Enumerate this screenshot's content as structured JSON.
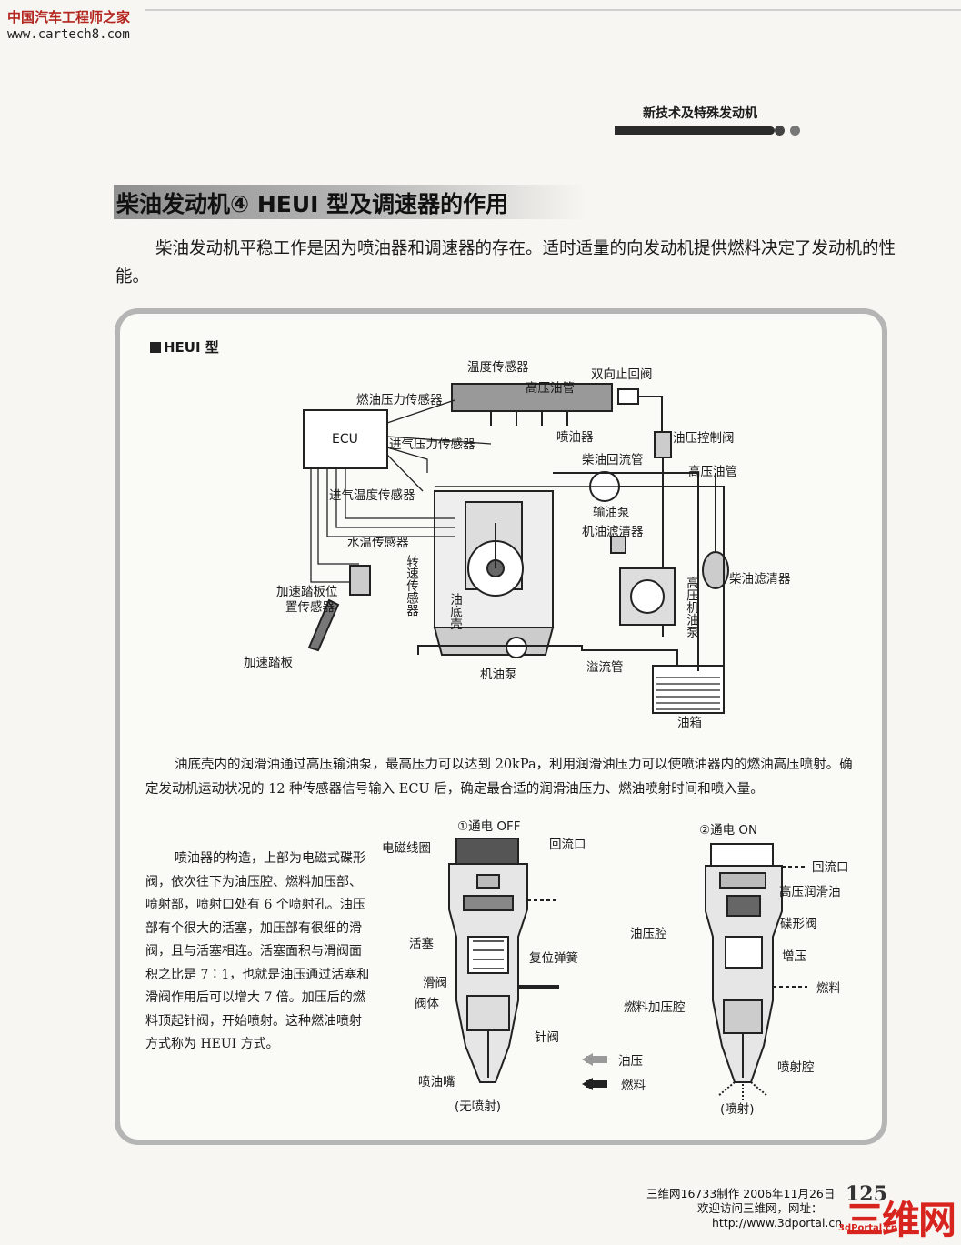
{
  "watermark": {
    "name": "中国汽车工程师之家",
    "url": "www.cartech8.com"
  },
  "header": {
    "section": "新技术及特殊发动机"
  },
  "title": "柴油发动机④ HEUI 型及调速器的作用",
  "intro": "柴油发动机平稳工作是因为喷油器和调速器的存在。适时适量的向发动机提供燃料决定了发动机的性能。",
  "panel": {
    "heading": "HEUI 型",
    "system_labels": {
      "temp_sensor": "温度传感器",
      "check_valve": "双向止回阀",
      "fuel_pressure_sensor": "燃油压力传感器",
      "hp_rail": "高压油管",
      "ecu": "ECU",
      "injector": "喷油器",
      "pressure_ctrl_valve": "油压控制阀",
      "boost_sensor": "进气压力传感器",
      "return_pipe": "柴油回流管",
      "hp_pipe": "高压油管",
      "intake_temp_sensor": "进气温度传感器",
      "transfer_pump": "输油泵",
      "oil_filter": "机油滤清器",
      "water_temp_sensor": "水温传感器",
      "speed_sensor": "转速传感器",
      "diesel_filter": "柴油滤清器",
      "pedal_sensor_1": "加速踏板位",
      "pedal_sensor_2": "置传感器",
      "oil_pan": "油底壳",
      "hp_oil_pump": "高压机油泵",
      "pedal": "加速踏板",
      "oil_pump": "机油泵",
      "overflow_pipe": "溢流管",
      "tank": "油箱"
    },
    "para1": "油底壳内的润滑油通过高压输油泵，最高压力可以达到 20kPa，利用润滑油压力可以使喷油器内的燃油高压喷射。确定发动机运动状况的 12 种传感器信号输入 ECU 后，确定最合适的润滑油压力、燃油喷射时间和喷入量。",
    "para2": "喷油器的构造，上部为电磁式碟形阀，依次往下为油压腔、燃料加压部、喷射部，喷射口处有 6 个喷射孔。油压部有个很大的活塞，加压部有很细的滑阀，且与活塞相连。活塞面积与滑阀面积之比是 7∶1，也就是油压通过活塞和滑阀作用后可以增大 7 倍。加压后的燃料顶起针阀，开始喷射。这种燃油喷射方式称为 HEUI 方式。",
    "inj_off": {
      "title": "①通电 OFF",
      "coil": "电磁线圈",
      "return_port": "回流口",
      "piston": "活塞",
      "spring": "复位弹簧",
      "plunger": "滑阀",
      "body": "阀体",
      "needle": "针阀",
      "nozzle": "喷油嘴",
      "caption": "(无喷射)"
    },
    "legend": {
      "oil": "油压",
      "fuel": "燃料"
    },
    "inj_on": {
      "title": "②通电 ON",
      "return_port": "回流口",
      "hp_oil": "高压润滑油",
      "poppet": "碟形阀",
      "oil_chamber": "油压腔",
      "boost": "增压",
      "fuel": "燃料",
      "fuel_chamber": "燃料加压腔",
      "spray_chamber": "喷射腔",
      "caption": "(喷射)"
    }
  },
  "footer": {
    "credit_line1": "三维网16733制作 2006年11月26日",
    "credit_line2": "欢迎访问三维网，网址：",
    "credit_line3": "http://www.3dportal.cn",
    "page_number": "125",
    "logo_text": "三维网",
    "logo_url": "3dPortal.cn"
  }
}
